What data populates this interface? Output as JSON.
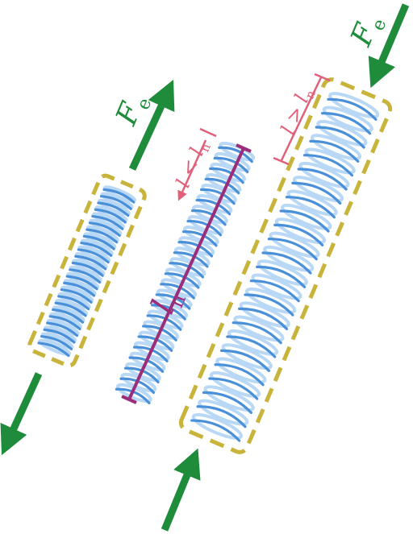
{
  "labels": {
    "force_symbol": "F",
    "force_subscript": "e",
    "natural_length_symbol": "l",
    "natural_length_subscript": "n",
    "compressed_inequality": "l < l",
    "compressed_subscript": "n",
    "stretched_inequality": "l > l",
    "stretched_subscript": "n"
  },
  "springs": [
    {
      "name": "compressed-spring",
      "state": "compressed",
      "force_direction": "outward"
    },
    {
      "name": "natural-spring",
      "state": "natural length"
    },
    {
      "name": "stretched-spring",
      "state": "stretched",
      "force_direction": "inward"
    }
  ],
  "colors": {
    "spring_coil": "#4a90d9",
    "spring_light": "#b9d8f5",
    "dashed_outline": "#c8b43a",
    "force_arrow": "#1e8c3a",
    "force_label": "#1e8c3a",
    "length_marker": "#9b2d7a",
    "inequality_marker": "#e0607a"
  }
}
